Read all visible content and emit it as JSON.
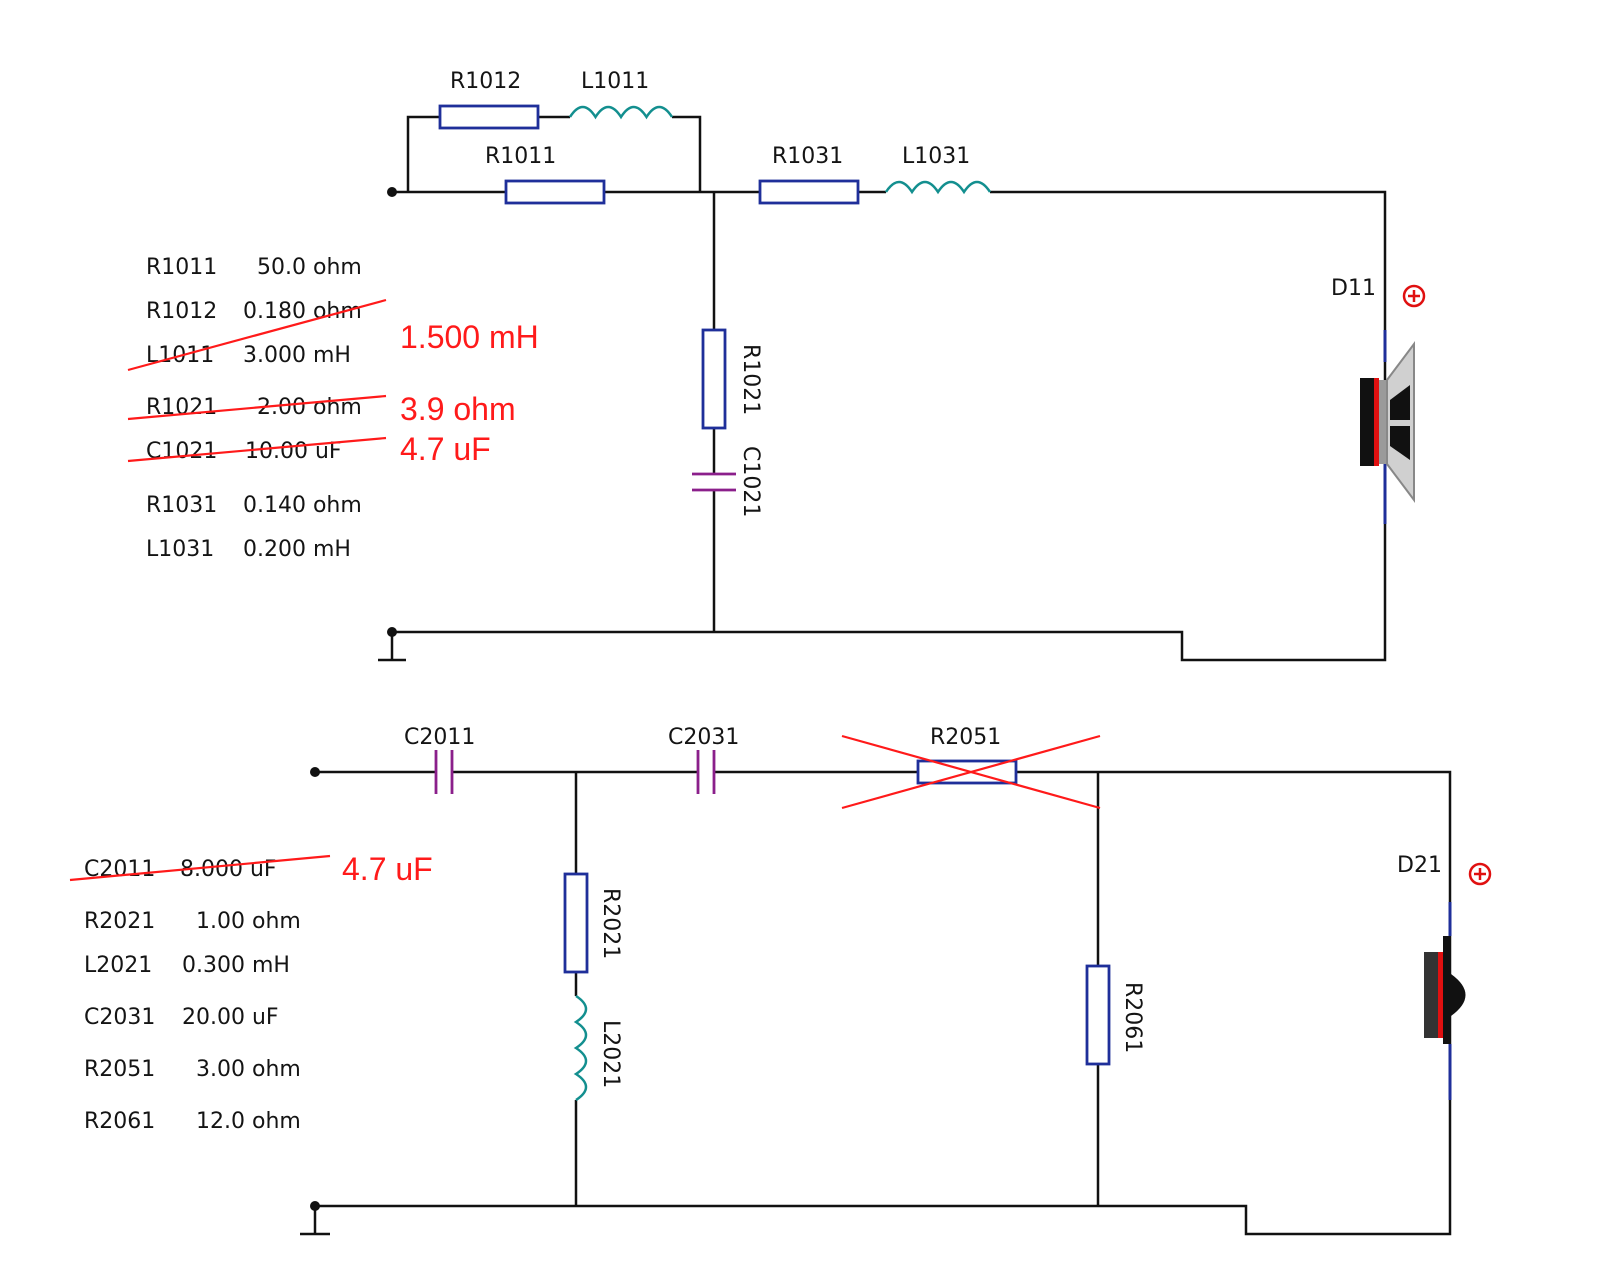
{
  "circuit1": {
    "labels": {
      "R1012": "R1012",
      "L1011": "L1011",
      "R1011": "R1011",
      "R1031": "R1031",
      "L1031": "L1031",
      "R1021": "R1021",
      "C1021": "C1021",
      "D11": "D11"
    },
    "values": [
      {
        "name": "R1011",
        "value": "50.0 ohm"
      },
      {
        "name": "R1012",
        "value": "0.180 ohm"
      },
      {
        "name": "L1011",
        "value": "3.000 mH"
      },
      {
        "name": "R1021",
        "value": "2.00 ohm"
      },
      {
        "name": "C1021",
        "value": "10.00 uF"
      },
      {
        "name": "R1031",
        "value": "0.140 ohm"
      },
      {
        "name": "L1031",
        "value": "0.200 mH"
      }
    ],
    "corrections": {
      "L1011": "1.500  mH",
      "R1021": "3.9  ohm",
      "C1021": "4.7  uF"
    }
  },
  "circuit2": {
    "labels": {
      "C2011": "C2011",
      "C2031": "C2031",
      "R2051": "R2051",
      "R2021": "R2021",
      "L2021": "L2021",
      "R2061": "R2061",
      "D21": "D21"
    },
    "values": [
      {
        "name": "C2011",
        "value": "8.000 uF"
      },
      {
        "name": "R2021",
        "value": "1.00 ohm"
      },
      {
        "name": "L2021",
        "value": "0.300 mH"
      },
      {
        "name": "C2031",
        "value": "20.00 uF"
      },
      {
        "name": "R2051",
        "value": "3.00 ohm"
      },
      {
        "name": "R2061",
        "value": "12.0 ohm"
      }
    ],
    "corrections": {
      "C2011": "4.7  uF"
    }
  },
  "colors": {
    "wire": "#111111",
    "resistor": "#1f2f9a",
    "inductor": "#138f8f",
    "capacitor": "#8b1f8b",
    "annotation": "#ff1a1a"
  }
}
